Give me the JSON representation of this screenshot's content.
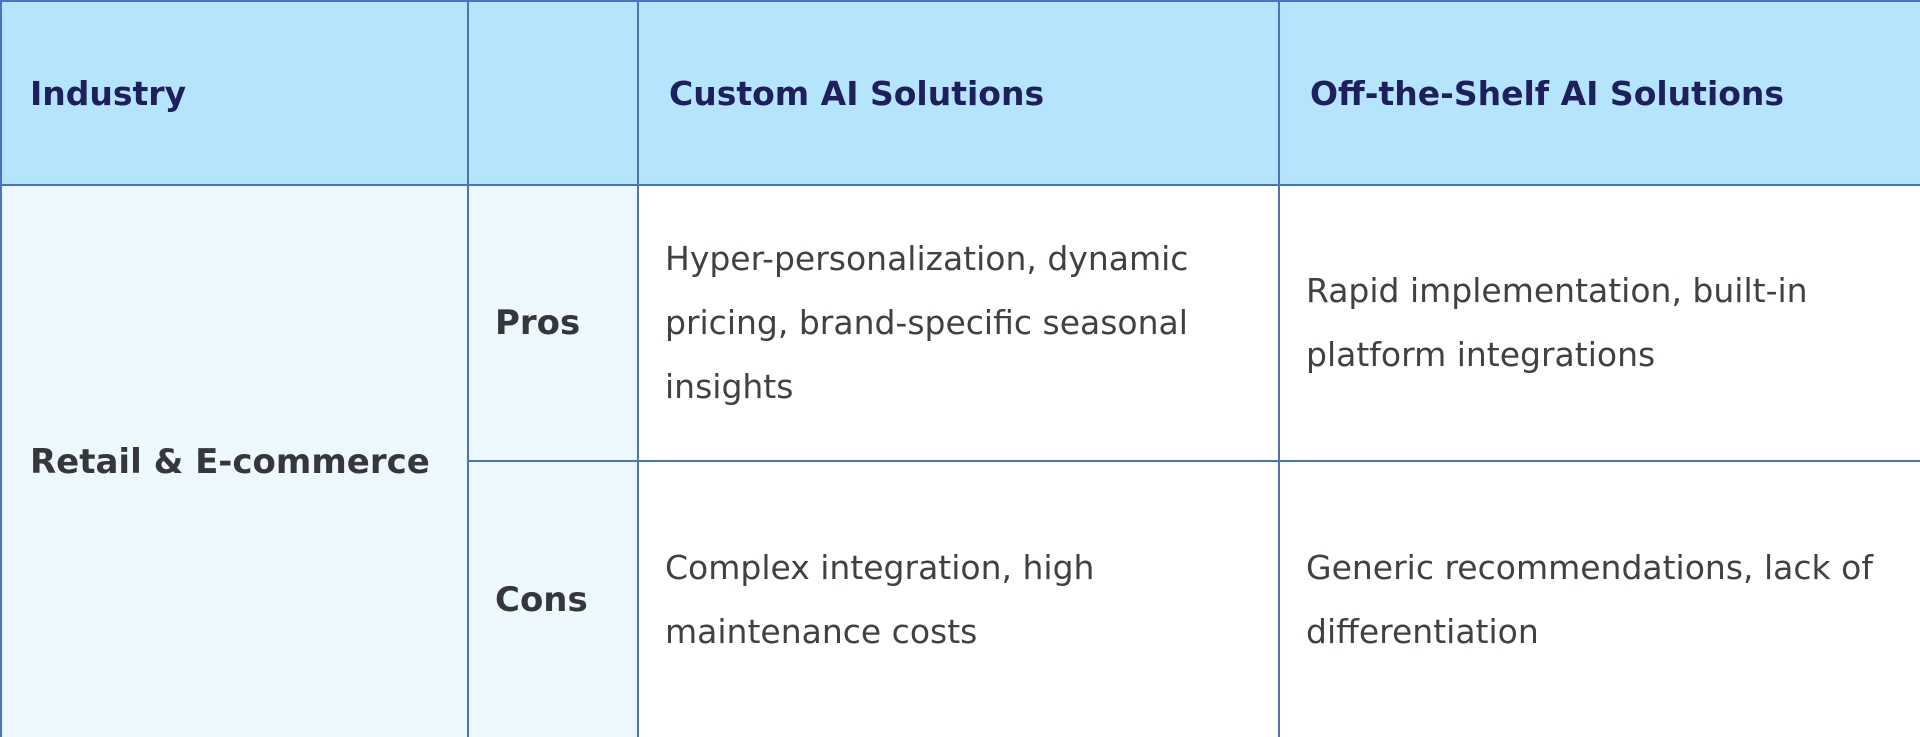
{
  "table": {
    "headers": {
      "industry": "Industry",
      "blank": "",
      "custom": "Custom AI Solutions",
      "off_the_shelf": "Off-the-Shelf AI Solutions"
    },
    "rows": [
      {
        "industry": "Retail & E-commerce",
        "pros": {
          "label": "Pros",
          "custom": "Hyper-personalization, dynamic pricing, brand-specific seasonal insights",
          "off_the_shelf": "Rapid implementation, built-in platform integrations"
        },
        "cons": {
          "label": "Cons",
          "custom": "Complex integration, high maintenance costs",
          "off_the_shelf": "Generic recommendations, lack of differentiation"
        }
      }
    ]
  },
  "colors": {
    "header_bg": "#b5e4fd",
    "side_bg": "#eef8ff",
    "border": "#4b74c0",
    "header_text": "#1f1f5e",
    "body_text": "#404145"
  }
}
